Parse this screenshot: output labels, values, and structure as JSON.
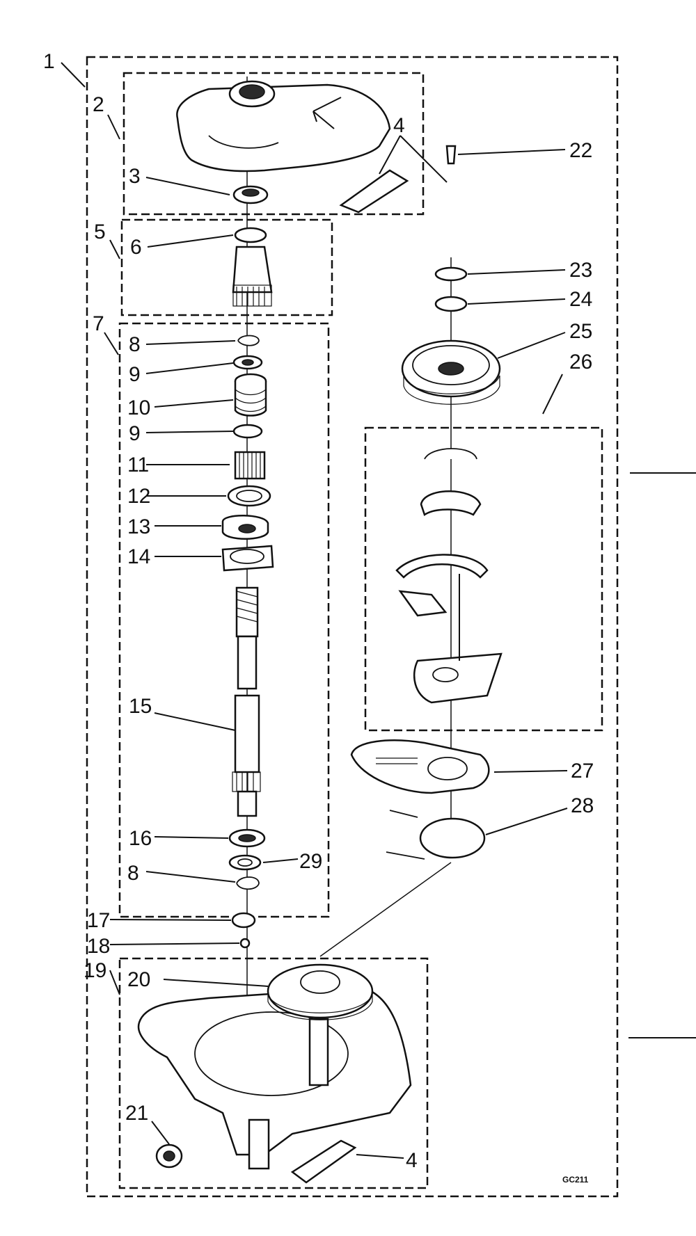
{
  "callouts": [
    "1",
    "2",
    "3",
    "4",
    "5",
    "6",
    "7",
    "8",
    "9",
    "10",
    "11",
    "12",
    "13",
    "14",
    "15",
    "16",
    "17",
    "18",
    "19",
    "20",
    "21",
    "22",
    "23",
    "24",
    "25",
    "26",
    "27",
    "28",
    "29"
  ],
  "drawing_code": "GC211",
  "colors": {
    "ink": "#111111",
    "paper": "#ffffff"
  }
}
